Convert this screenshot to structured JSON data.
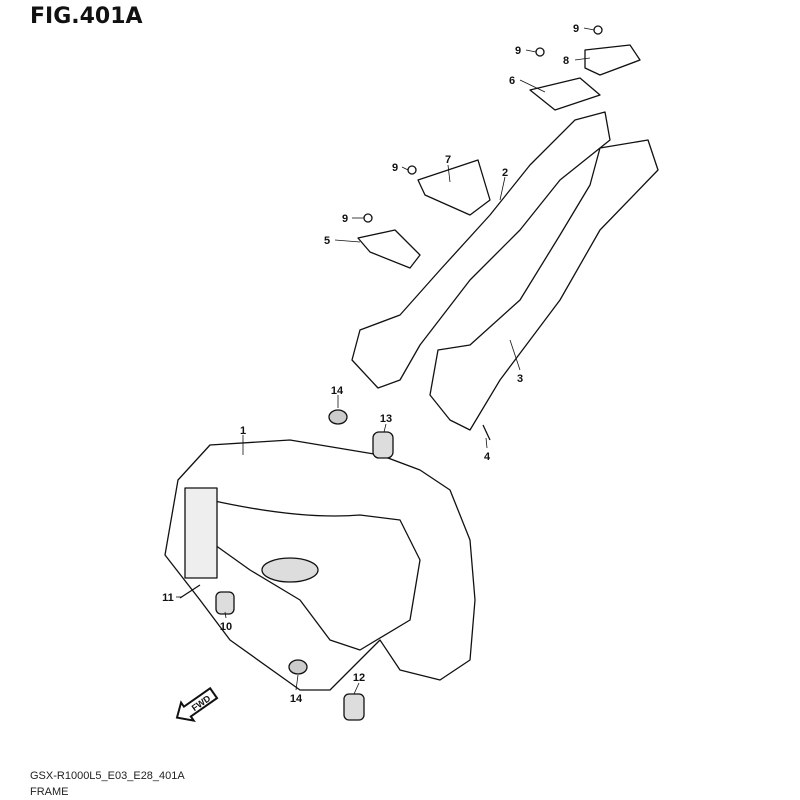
{
  "figure_title": "FIG.401A",
  "footer": {
    "code": "GSX-R1000L5_E03_E28_401A",
    "name": "FRAME"
  },
  "fwd_label": "FWD",
  "callouts": [
    "9",
    "8",
    "9",
    "6",
    "7",
    "9",
    "2",
    "9",
    "5",
    "3",
    "14",
    "13",
    "4",
    "1",
    "11",
    "10",
    "14",
    "12"
  ],
  "colors": {
    "line": "#111111",
    "shade": "#bbbbbb"
  }
}
